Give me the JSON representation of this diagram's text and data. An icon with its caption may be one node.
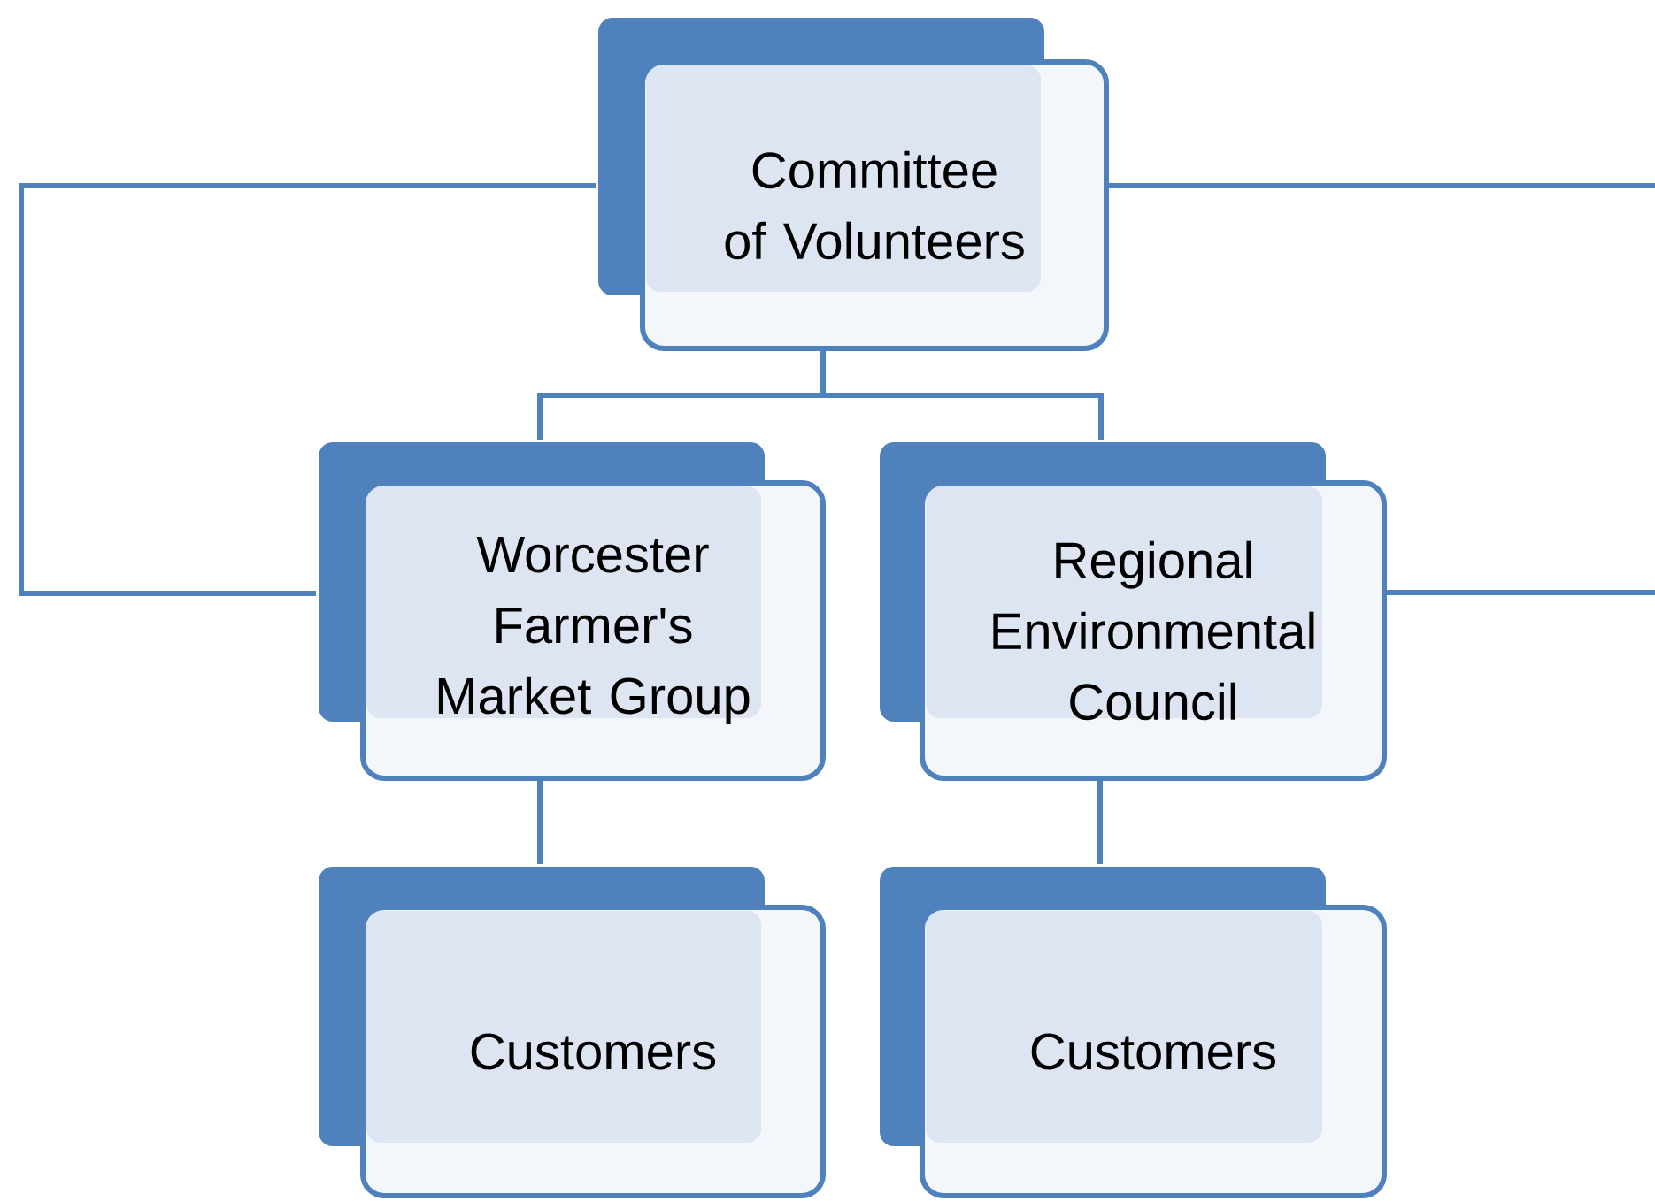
{
  "diagram": {
    "nodes": [
      {
        "text": [
          "Committee of Volunteers"
        ]
      },
      {
        "text": [
          "Worcester Farmer's Market Group"
        ]
      },
      {
        "text": [
          "Regional Environmental Council"
        ]
      },
      {
        "text": [
          "Customers"
        ]
      },
      {
        "text": [
          "Customers"
        ]
      }
    ],
    "edges": [
      {
        "from": 0,
        "to": 1,
        "arrow": "none"
      },
      {
        "from": 0,
        "to": 2,
        "arrow": "none"
      },
      {
        "from": 0,
        "to": 1,
        "arrow": "none"
      },
      {
        "from": 0,
        "to": null,
        "arrow": "none"
      },
      {
        "from": 2,
        "to": null,
        "arrow": "none"
      },
      {
        "from": 1,
        "to": 3,
        "arrow": "none"
      },
      {
        "from": 2,
        "to": 4,
        "arrow": "none"
      }
    ]
  }
}
